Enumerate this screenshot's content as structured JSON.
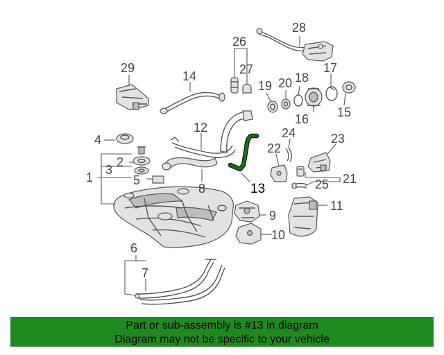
{
  "callouts": {
    "c1": "1",
    "c2": "2",
    "c3": "3",
    "c4": "4",
    "c5": "5",
    "c6": "6",
    "c7": "7",
    "c8": "8",
    "c9": "9",
    "c10": "10",
    "c11": "11",
    "c12": "12",
    "c13": "13",
    "c14": "14",
    "c15": "15",
    "c16": "16",
    "c17": "17",
    "c18": "18",
    "c19": "19",
    "c20": "20",
    "c21": "21",
    "c22": "22",
    "c23": "23",
    "c24": "24",
    "c25": "25",
    "c26": "26",
    "c27": "27",
    "c28": "28",
    "c29": "29"
  },
  "highlight": {
    "callout": "13",
    "color": "#1a6e1a"
  },
  "banner": {
    "line1": "Part or sub-assembly is #13 in diagram",
    "line2": "Diagram may not be specific to your vehicle",
    "background": "#1f8a1f"
  }
}
